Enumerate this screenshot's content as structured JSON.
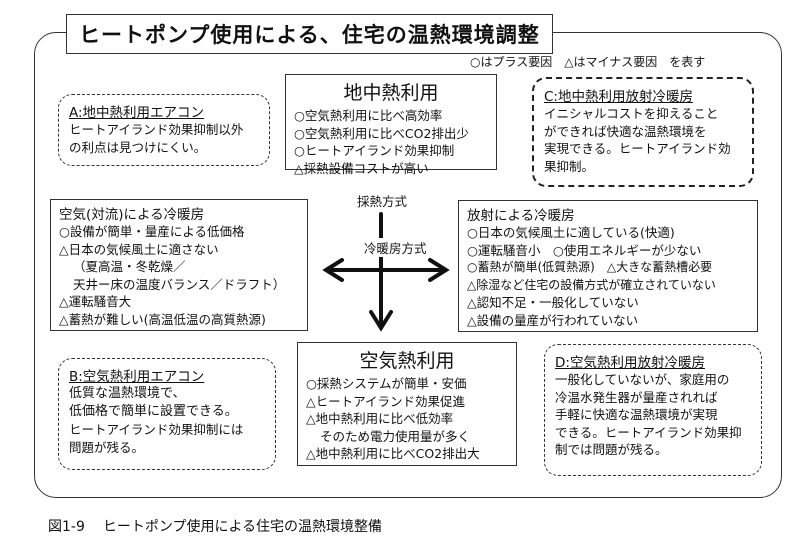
{
  "title": "ヒートポンプ使用による、住宅の温熱環境調整",
  "legend": "○はプラス要因　△はマイナス要因　を表す",
  "ground": {
    "heading": "地中熱利用",
    "lines": [
      "○空気熱利用に比べ高効率",
      "○空気熱利用に比べCO2排出少",
      "○ヒートアイランド効果抑制",
      "△採熱設備コストが高い"
    ]
  },
  "boxA": {
    "heading": "A:地中熱利用エアコン",
    "lines": [
      "ヒートアイランド効果抑制以外",
      "の利点は見つけにくい。"
    ]
  },
  "boxC": {
    "heading": "C:地中熱利用放射冷暖房",
    "lines": [
      "イニシャルコストを抑えること",
      "ができれば快適な温熱環境を",
      "実現できる。ヒートアイランド効",
      "果抑制。"
    ]
  },
  "convection": {
    "heading": "空気(対流)による冷暖房",
    "lines": [
      "○設備が簡単・量産による低価格",
      "△日本の気候風土に適さない",
      "（夏高温・冬乾燥／",
      "天井ー床の温度バランス／ドラフト）",
      "△運転騒音大",
      "△蓄熱が難しい(高温低温の高質熱源)"
    ]
  },
  "radiation": {
    "heading": "放射による冷暖房",
    "lines": [
      "○日本の気候風土に適している(快適)",
      "○運転騒音小　○使用エネルギーが少ない",
      "○蓄熱が簡単(低質熱源)　△大きな蓄熱槽必要",
      "△除湿など住宅の設備方式が確立されていない",
      "△認知不足・一般化していない",
      "△設備の量産が行われていない"
    ]
  },
  "axes": {
    "vertical": "採熱方式",
    "horizontal": "冷暖房方式"
  },
  "air": {
    "heading": "空気熱利用",
    "lines": [
      "○採熱システムが簡単・安価",
      "△ヒートアイランド効果促進",
      "△地中熱利用に比べ低効率",
      "そのため電力使用量が多く",
      "△地中熱利用に比べCO2排出大"
    ]
  },
  "boxB": {
    "heading": "B:空気熱利用エアコン",
    "lines": [
      "低質な温熱環境で、",
      "低価格で簡単に設置できる。",
      "ヒートアイランド効果抑制には",
      "問題が残る。"
    ]
  },
  "boxD": {
    "heading": "D:空気熱利用放射冷暖房",
    "lines": [
      "一般化していないが、家庭用の",
      "冷温水発生器が量産されれば",
      "手軽に快適な温熱環境が実現",
      "できる。ヒートアイランド効果抑",
      "制では問題が残る。"
    ]
  },
  "caption": {
    "number": "図1-9",
    "text": "ヒートポンプ使用による住宅の温熱環境整備"
  }
}
